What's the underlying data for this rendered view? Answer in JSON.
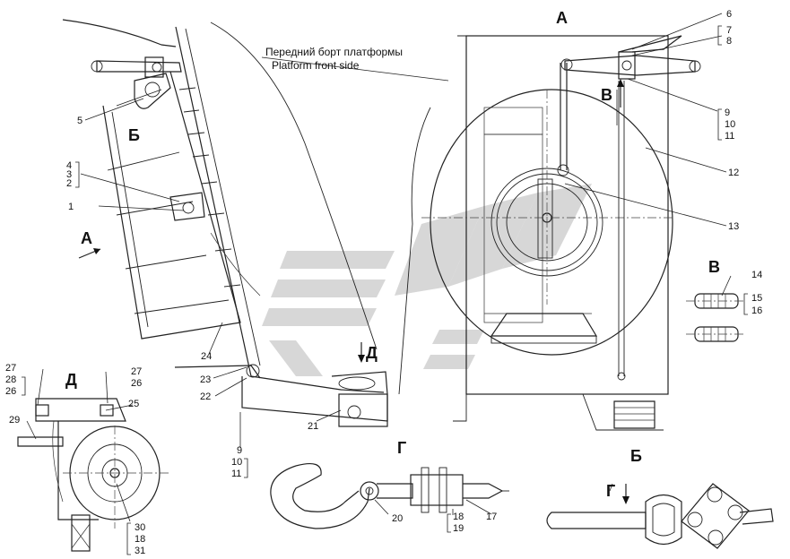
{
  "caption": {
    "ru": "Передний борт платформы",
    "en": "Platform front side"
  },
  "view_labels": {
    "A_main": "А",
    "A_arrow": "А",
    "B_upper": "Б",
    "B_lower": "Б",
    "V_arrow": "В",
    "V_detail": "В",
    "G_arrow": "Г",
    "G_detail": "Г",
    "D_arrow": "Д",
    "D_detail": "Д"
  },
  "callouts": {
    "c1": "1",
    "c2": "2",
    "c3": "3",
    "c4": "4",
    "c5": "5",
    "c6": "6",
    "c7": "7",
    "c8": "8",
    "c9": "9",
    "c10": "10",
    "c11": "11",
    "c12": "12",
    "c13": "13",
    "c14": "14",
    "c15": "15",
    "c16": "16",
    "c17": "17",
    "c18": "18",
    "c19": "19",
    "c20": "20",
    "c21": "21",
    "c22": "22",
    "c23": "23",
    "c24": "24",
    "c25": "25",
    "c26a": "26",
    "c26b": "26",
    "c27a": "27",
    "c27b": "27",
    "c28": "28",
    "c29": "29",
    "c30": "30",
    "c18b": "18",
    "c31": "31",
    "c9b": "9",
    "c10b": "10",
    "c11b": "11"
  }
}
